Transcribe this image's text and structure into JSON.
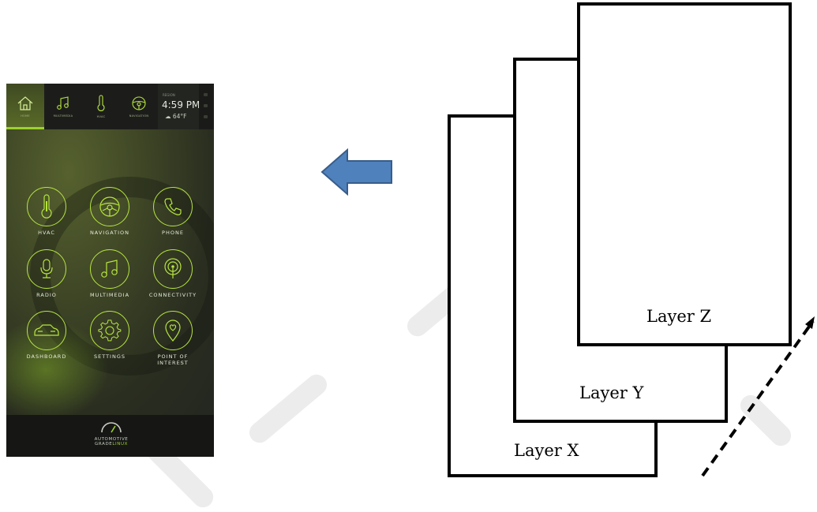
{
  "phone": {
    "topbar": {
      "items": [
        {
          "label": "HOME",
          "icon": "home-icon",
          "active": true
        },
        {
          "label": "MULTIMEDIA",
          "icon": "music-note-icon",
          "active": false
        },
        {
          "label": "HVAC",
          "icon": "thermometer-icon",
          "active": false
        },
        {
          "label": "NAVIGATION",
          "icon": "steering-wheel-icon",
          "active": false
        }
      ],
      "status": {
        "region": "REGION",
        "time": "4:59 PM",
        "weather": "64°F"
      }
    },
    "apps": [
      {
        "label": "HVAC",
        "icon": "thermometer-icon"
      },
      {
        "label": "NAVIGATION",
        "icon": "steering-wheel-icon"
      },
      {
        "label": "PHONE",
        "icon": "phone-icon"
      },
      {
        "label": "RADIO",
        "icon": "microphone-icon"
      },
      {
        "label": "MULTIMEDIA",
        "icon": "music-note-icon"
      },
      {
        "label": "CONNECTIVITY",
        "icon": "broadcast-icon"
      },
      {
        "label": "DASHBOARD",
        "icon": "car-icon"
      },
      {
        "label": "SETTINGS",
        "icon": "gear-icon"
      },
      {
        "label": "POINT OF INTEREST",
        "icon": "map-pin-icon"
      }
    ],
    "bottom": {
      "logo_line1": "AUTOMOTIVE",
      "logo_line2_a": "GRADE",
      "logo_line2_b": "LINUX"
    }
  },
  "arrow": {
    "direction": "left",
    "color": "#4f81bd"
  },
  "layers": [
    {
      "label": "Layer X"
    },
    {
      "label": "Layer Y"
    },
    {
      "label": "Layer Z"
    }
  ]
}
